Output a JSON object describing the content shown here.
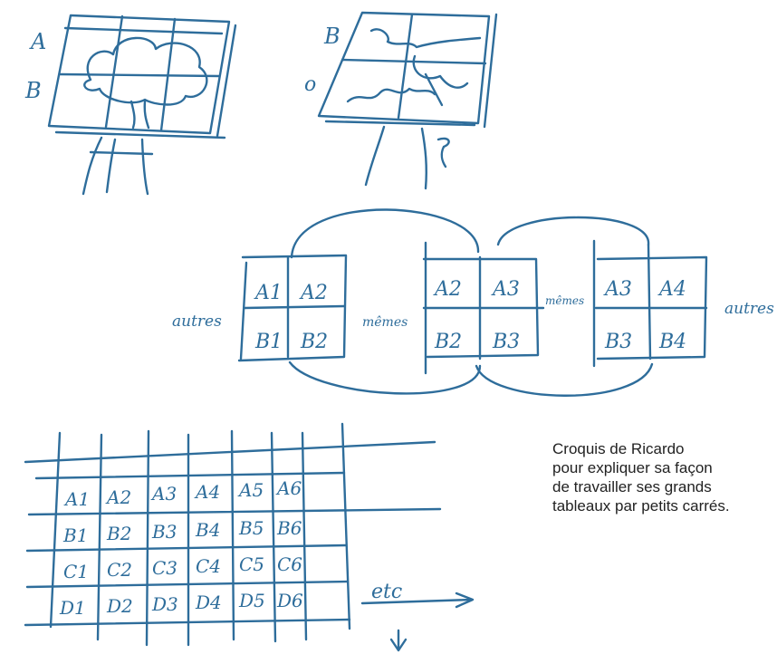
{
  "colors": {
    "ink": "#2e6d9b",
    "caption_text": "#222222"
  },
  "sketch_easel_1": {
    "label_top": "A",
    "label_bottom": "B"
  },
  "sketch_easel_2": {
    "label_top": "B",
    "label_bottom": "o"
  },
  "sequence": {
    "left_word": "autres",
    "right_word": "autres",
    "connector_1": "mêmes",
    "connector_2": "mêmes",
    "panel_1": [
      "A1",
      "A2",
      "B1",
      "B2"
    ],
    "panel_2": [
      "A2",
      "A3",
      "B2",
      "B3"
    ],
    "panel_3": [
      "A3",
      "A4",
      "B3",
      "B4"
    ]
  },
  "grid": {
    "rows": [
      [
        "A1",
        "A2",
        "A3",
        "A4",
        "A5",
        "A6"
      ],
      [
        "B1",
        "B2",
        "B3",
        "B4",
        "B5",
        "B6"
      ],
      [
        "C1",
        "C2",
        "C3",
        "C4",
        "C5",
        "C6"
      ],
      [
        "D1",
        "D2",
        "D3",
        "D4",
        "D5",
        "D6"
      ]
    ],
    "continuation": "etc"
  },
  "caption": {
    "line1": "Croquis de Ricardo",
    "line2": "pour expliquer sa façon",
    "line3": "de travailler ses grands",
    "line4": "tableaux par petits carrés."
  }
}
